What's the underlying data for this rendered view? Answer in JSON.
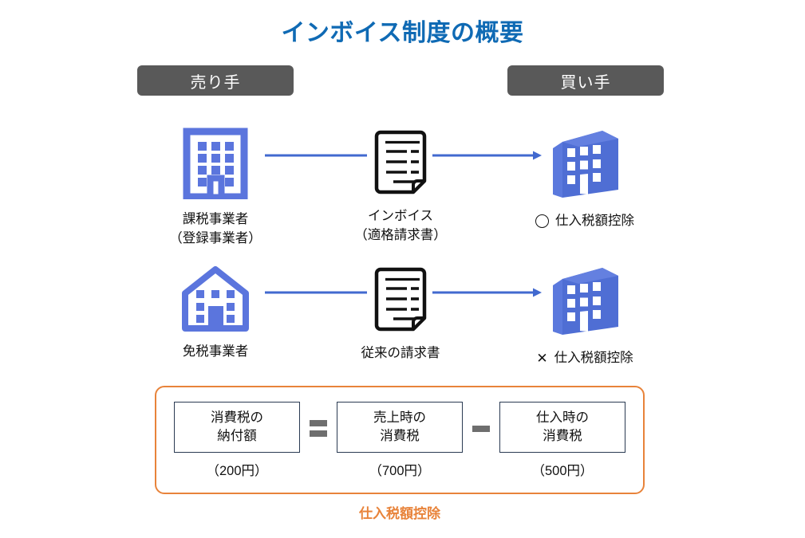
{
  "title": "インボイス制度の概要",
  "colors": {
    "title_blue": "#0f6ab4",
    "icon_blue": "#5b75dd",
    "arrow_blue": "#4169cf",
    "pill_gray": "#595959",
    "accent_orange": "#e8833a",
    "operator_gray": "#6e6e6e",
    "box_border": "#2a3a52"
  },
  "headers": {
    "seller": "売り手",
    "buyer": "買い手"
  },
  "rows": [
    {
      "seller": {
        "icon": "office-building-outline-icon",
        "caption_line1": "課税事業者",
        "caption_line2": "（登録事業者）"
      },
      "document": {
        "icon": "invoice-document-icon",
        "caption_line1": "インボイス",
        "caption_line2": "（適格請求書）"
      },
      "buyer": {
        "icon": "office-building-solid-icon",
        "mark": "〇",
        "mark_type": "circle",
        "label": "仕入税額控除"
      },
      "arrow_left": "line-segment",
      "arrow_right": "arrow-right"
    },
    {
      "seller": {
        "icon": "house-building-outline-icon",
        "caption_line1": "免税事業者",
        "caption_line2": ""
      },
      "document": {
        "icon": "invoice-document-icon",
        "caption_line1": "従来の請求書",
        "caption_line2": ""
      },
      "buyer": {
        "icon": "office-building-solid-icon",
        "mark": "✕",
        "mark_type": "cross",
        "label": "仕入税額控除"
      },
      "arrow_left": "line-segment",
      "arrow_right": "arrow-right"
    }
  ],
  "formula": {
    "terms": [
      {
        "line1": "消費税の",
        "line2": "納付額",
        "amount": "（200円）"
      },
      {
        "line1": "売上時の",
        "line2": "消費税",
        "amount": "（700円）"
      },
      {
        "line1": "仕入時の",
        "line2": "消費税",
        "amount": "（500円）"
      }
    ],
    "operators": [
      "=",
      "−"
    ],
    "caption": "仕入税額控除"
  }
}
